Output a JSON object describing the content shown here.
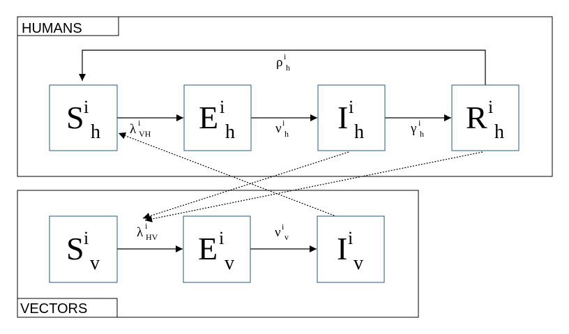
{
  "groups": {
    "humans": {
      "label": "HUMANS"
    },
    "vectors": {
      "label": "VECTORS"
    }
  },
  "compartments": {
    "sh": {
      "main": "S",
      "sup": "i",
      "sub": "h"
    },
    "eh": {
      "main": "E",
      "sup": "i",
      "sub": "h"
    },
    "ih": {
      "main": "I",
      "sup": "i",
      "sub": "h"
    },
    "rh": {
      "main": "R",
      "sup": "i",
      "sub": "h"
    },
    "sv": {
      "main": "S",
      "sup": "i",
      "sub": "v"
    },
    "ev": {
      "main": "E",
      "sup": "i",
      "sub": "v"
    },
    "iv": {
      "main": "I",
      "sup": "i",
      "sub": "v"
    }
  },
  "rates": {
    "rho_h": {
      "main": "ρ",
      "sup": "i",
      "sub": "h"
    },
    "lambda_vh": {
      "main": "λ",
      "sup": "i",
      "sub": "VH"
    },
    "nu_h": {
      "main": "ν",
      "sup": "i",
      "sub": "h"
    },
    "gamma_h": {
      "main": "γ",
      "sup": "i",
      "sub": "h"
    },
    "lambda_hv": {
      "main": "λ",
      "sup": "i",
      "sub": "HV"
    },
    "nu_v": {
      "main": "ν",
      "sup": "i",
      "sub": "v"
    }
  }
}
